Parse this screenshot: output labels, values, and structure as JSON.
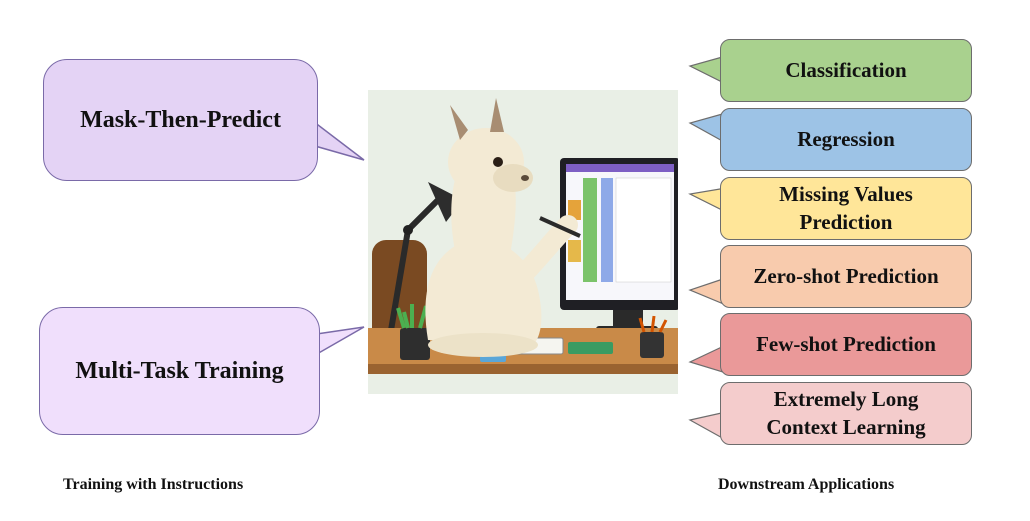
{
  "left": {
    "bubbles": [
      {
        "label": "Mask-Then-Predict",
        "fill": "#e4d3f5",
        "border": "#7a6aa8"
      },
      {
        "label": "Multi-Task Training",
        "fill": "#f0dffc",
        "border": "#7a6aa8"
      }
    ],
    "caption": "Training with Instructions"
  },
  "right": {
    "bubbles": [
      {
        "label": "Classification",
        "fill": "#a9d18e"
      },
      {
        "label": "Regression",
        "fill": "#9dc3e6"
      },
      {
        "label": "Missing Values Prediction",
        "fill": "#ffe699"
      },
      {
        "label": "Zero-shot Prediction",
        "fill": "#f8cbad"
      },
      {
        "label": "Few-shot Prediction",
        "fill": "#ea9999"
      },
      {
        "label": "Extremely Long Context Learning",
        "fill": "#f4cccc"
      }
    ],
    "caption": "Downstream Applications"
  },
  "illustration": {
    "subject": "llama working at a spreadsheet on a computer",
    "colors": {
      "background": "#e9efe6",
      "desk": "#c98a48",
      "fur": "#f3ead4"
    }
  }
}
